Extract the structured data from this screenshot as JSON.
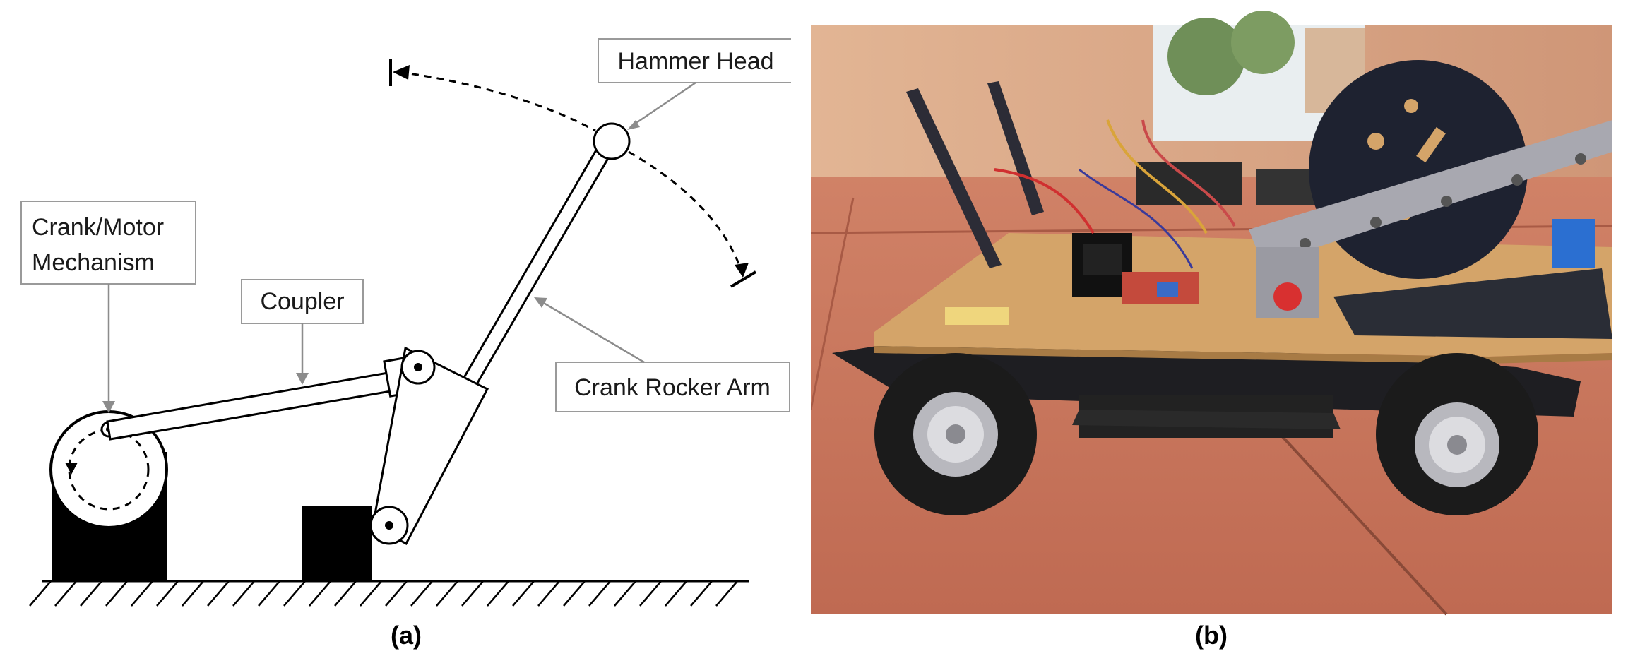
{
  "panel_a": {
    "labels": {
      "hammer_head": "Hammer Head",
      "crank_motor_line1": "Crank/Motor",
      "crank_motor_line2": "Mechanism",
      "coupler": "Coupler",
      "crank_rocker_arm": "Crank Rocker Arm"
    },
    "caption": "(a)"
  },
  "panel_b": {
    "caption": "(b)"
  },
  "colors": {
    "line": "#000000",
    "leader": "#8c8c8c",
    "label_border": "#9a9a9a",
    "floor_tile": "#c9735c",
    "wall": "#d9a17f",
    "deck_wood": "#d4a469",
    "tire": "#1b1b1b"
  }
}
